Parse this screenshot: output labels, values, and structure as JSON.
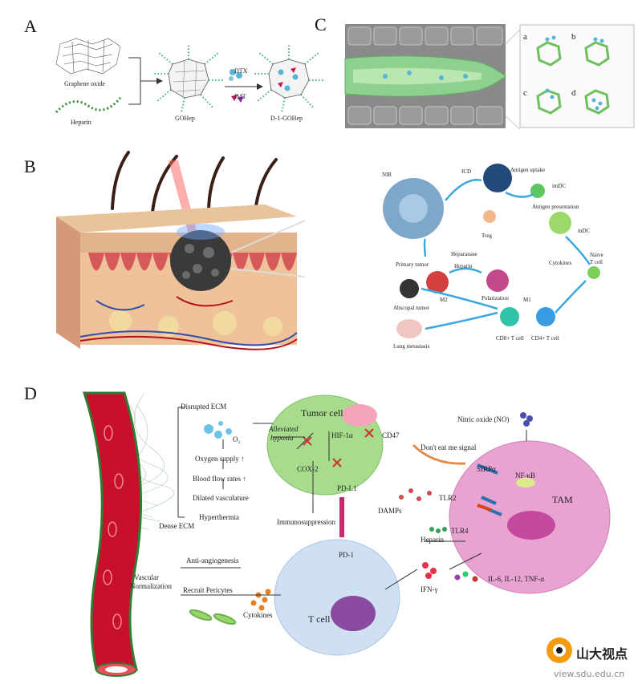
{
  "panels": {
    "a": "A",
    "b": "B",
    "c": "C",
    "d": "D"
  },
  "panelA": {
    "graphene_oxide": "Graphene oxide",
    "heparin": "Heparin",
    "gohep": "GOHep",
    "dtx": "DTX",
    "imt": "IMT",
    "product": "D-1-GOHep"
  },
  "panelC": {
    "sub": [
      "a",
      "b",
      "c",
      "d"
    ]
  },
  "panelB": {
    "nir": "NIR",
    "icd": "ICD",
    "antigen_uptake": "Antigen uptake",
    "imdc": "imDC",
    "antigen_presentation": "Antigen presentation",
    "mdc": "mDC",
    "treg": "Treg",
    "heparanase": "Heparanase",
    "heparin": "Heparin",
    "cytokines": "Cytokines",
    "naive": "Naive",
    "t_cell": "T cell",
    "primary_tumor": "Primary tumor",
    "polarization": "Polarization",
    "m2": "M2",
    "m1": "M1",
    "abscopal": "Abscopal tumor",
    "lung": "Lung metastasis",
    "cd8": "CD8+ T cell",
    "cd4": "CD4+ T cell"
  },
  "panelD": {
    "disrupted_ecm": "Disrupted ECM",
    "dense_ecm": "Dense ECM",
    "o2": "O₂",
    "oxygen_supply": "Oxygen supply ↑",
    "blood_flow": "Blood flow rates ↑",
    "dilated": "Dilated vasculature",
    "hyperthermia": "Hyperthermia",
    "alleviated": "Alleviated",
    "hypoxia": "hypoxia",
    "tumor_cell": "Tumor cell",
    "hif": "HIF-1α",
    "cd47": "CD47",
    "cox2": "COX-2",
    "pdl1": "PD-L1",
    "immunosuppression": "Immunosuppression",
    "dont_eat": "Don't eat me signal",
    "nitric_oxide": "Nitric oxide (NO)",
    "sirpa": "SIRPα",
    "nfkb": "NF-κB",
    "tlr2": "TLR2",
    "tlr4": "TLR4",
    "damps": "DAMPs",
    "heparin": "Heparin",
    "tam": "TAM",
    "pd1": "PD-1",
    "anti_angio": "Anti-angiogenesis",
    "recruit": "Recruit Pericytes",
    "vascular": "Vascular",
    "normalization": "Normalization",
    "cytokines": "Cytokines",
    "t_cell": "T cell",
    "ifn": "IFN-γ",
    "interleukins": "IL-6, IL-12, TNF-α"
  },
  "watermark": {
    "name": "山大视点",
    "url": "view.sdu.edu.cn"
  },
  "colors": {
    "accent_green": "#3cb371",
    "vessel_red": "#c8102e",
    "tam_pink": "#e58bc4",
    "tcell_blue": "#bcd6f2",
    "tumor_green": "#a6dc8c"
  }
}
